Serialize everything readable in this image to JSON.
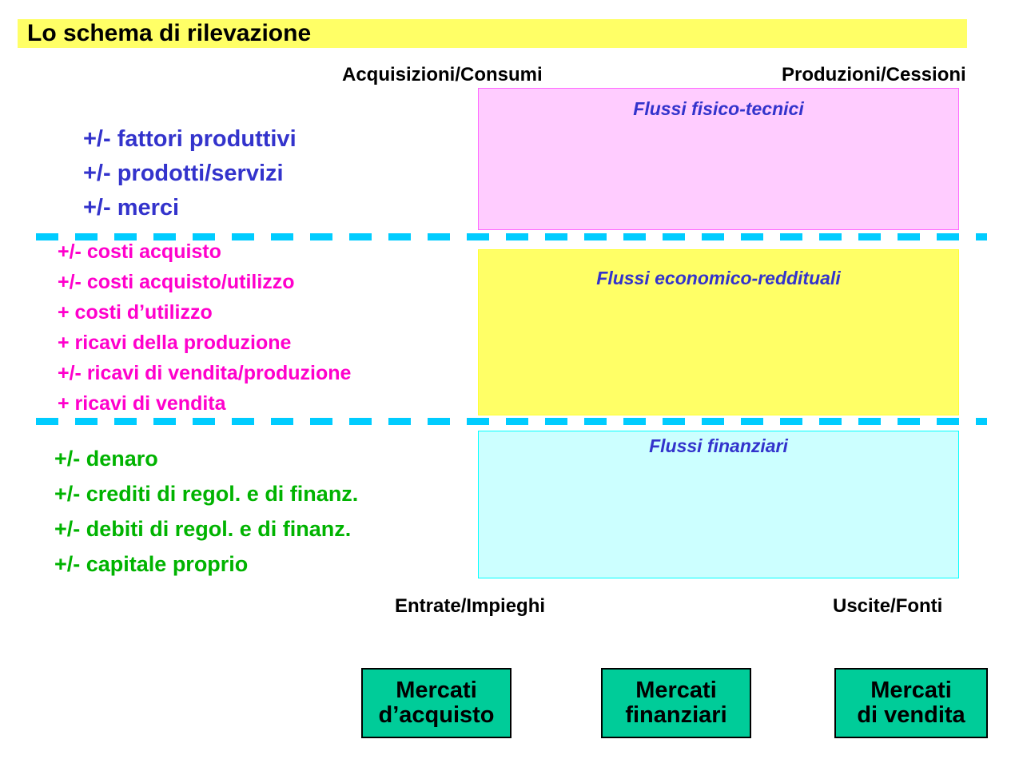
{
  "slide": {
    "title": "Lo schema di rilevazione",
    "title_highlight_color": "#ffff66"
  },
  "axis_labels": {
    "top_left": "Acquisizioni/Consumi",
    "top_right": "Produzioni/Cessioni",
    "bottom_left": "Entrate/Impieghi",
    "bottom_right": "Uscite/Fonti"
  },
  "flows": {
    "fisico": {
      "caption": "Flussi fisico-tecnici",
      "fill": "#ffccff",
      "border": "#ff66ff",
      "caption_color": "#3333cc",
      "items": [
        "+/- fattori produttivi",
        "+/- prodotti/servizi",
        "+/- merci"
      ],
      "items_color": "#3333cc"
    },
    "economico": {
      "caption": "Flussi economico-reddituali",
      "fill": "#ffff66",
      "border": "#ffff33",
      "caption_color": "#3333cc",
      "items": [
        "+/- costi acquisto",
        "+/- costi acquisto/utilizzo",
        "+ costi d’utilizzo",
        "+ ricavi della produzione",
        "+/- ricavi di vendita/produzione",
        "+  ricavi di vendita"
      ],
      "items_color": "#ff00cc"
    },
    "finanziario": {
      "caption": "Flussi finanziari",
      "fill": "#ccffff",
      "border": "#00ffff",
      "caption_color": "#3333cc",
      "items": [
        "+/- denaro",
        "+/- crediti di regol. e di finanz.",
        "+/- debiti di regol. e di finanz.",
        "+/- capitale proprio"
      ],
      "items_color": "#00b300"
    }
  },
  "separators": {
    "color": "#00ccff",
    "style": "dashed"
  },
  "markets": {
    "fill": "#00cc99",
    "border": "#000000",
    "boxes": [
      {
        "line1": "Mercati",
        "line2": "d’acquisto"
      },
      {
        "line1": "Mercati",
        "line2": "finanziari"
      },
      {
        "line1": "Mercati",
        "line2": "di vendita"
      }
    ]
  }
}
